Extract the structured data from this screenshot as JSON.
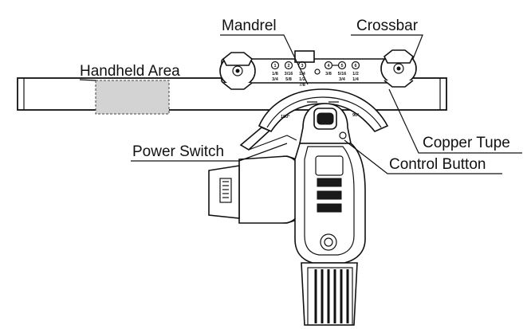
{
  "labels": {
    "mandrel": "Mandrel",
    "crossbar": "Crossbar",
    "handheld_area": "Handheld Area",
    "copper_tube": "Copper Tupe",
    "power_switch": "Power Switch",
    "control_button": "Control Button"
  },
  "crossbar_marks": {
    "left_top": [
      "1/8",
      "3/16",
      "1/4"
    ],
    "left_bottom": [
      "3/4",
      "5/8",
      "1/2",
      "7/8"
    ],
    "right_top": [
      "3/8",
      "5/16",
      "1/2"
    ],
    "right_bottom": [
      "3/4",
      "1/4"
    ],
    "circles_left": [
      "1",
      "2",
      "3"
    ],
    "circles_right": [
      "4",
      "5",
      "6"
    ]
  },
  "dial_marks": [
    "180°",
    "90°"
  ],
  "colors": {
    "line": "#111111",
    "highlight": "#d3d3d3",
    "background": "#ffffff"
  }
}
